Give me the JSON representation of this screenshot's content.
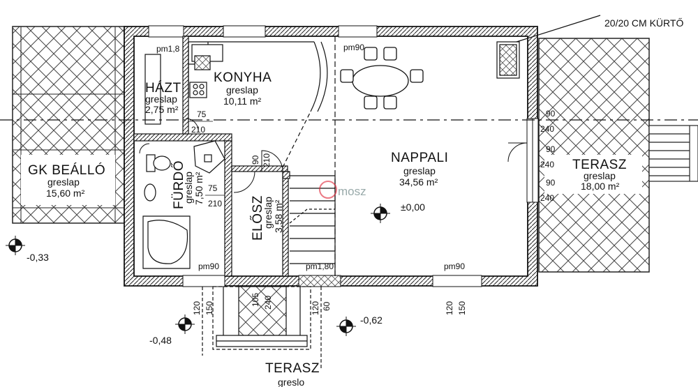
{
  "note": "20/20 CM KÜRTŐ",
  "watermark": "mosz",
  "rooms": {
    "gk_beallo": {
      "name": "GK BEÁLLÓ",
      "floor": "greslap",
      "area": "15,60 m²"
    },
    "hazt": {
      "name": "HÁZT",
      "floor": "greslap",
      "area": "2,75 m²"
    },
    "konyha": {
      "name": "KONYHA",
      "floor": "greslap",
      "area": "10,11 m²"
    },
    "furdo": {
      "name": "FÜRDŐ",
      "floor": "greslap",
      "area": "7,50 m²"
    },
    "elosz": {
      "name": "ELŐSZ",
      "floor": "greslap",
      "area": "3,58 m²"
    },
    "nappali": {
      "name": "NAPPALI",
      "floor": "greslap",
      "area": "34,56 m²"
    },
    "terasz_east": {
      "name": "TERASZ",
      "floor": "greslap",
      "area": "18,00 m²"
    },
    "terasz_south": {
      "name": "TERASZ",
      "floor": "greslo"
    }
  },
  "levels": {
    "nappali": "±0,00",
    "west": "-0,33",
    "southwest": "-0,48",
    "south": "-0,62"
  },
  "dims": {
    "pm_hazt": "pm1,8",
    "pm_konyha": "pm90",
    "pm_furdo": "pm90",
    "pm_entry": "pm1,80",
    "pm_nappali": "pm90",
    "hazt_door_w": "75",
    "hazt_door_h": "210",
    "furdo_door_w": "75",
    "furdo_door_h": "210",
    "elosz_door_w": "90",
    "elosz_door_h": "210",
    "east_d1": "90",
    "east_d2": "240",
    "east_d3": "90",
    "east_d4": "240",
    "east_d5": "90",
    "east_d6": "240",
    "sw_w": "120",
    "sw_h": "150",
    "entry_w": "105",
    "entry_h": "240",
    "entry_side_w": "120",
    "entry_side_h": "60",
    "se_w": "120",
    "se_h": "150"
  }
}
